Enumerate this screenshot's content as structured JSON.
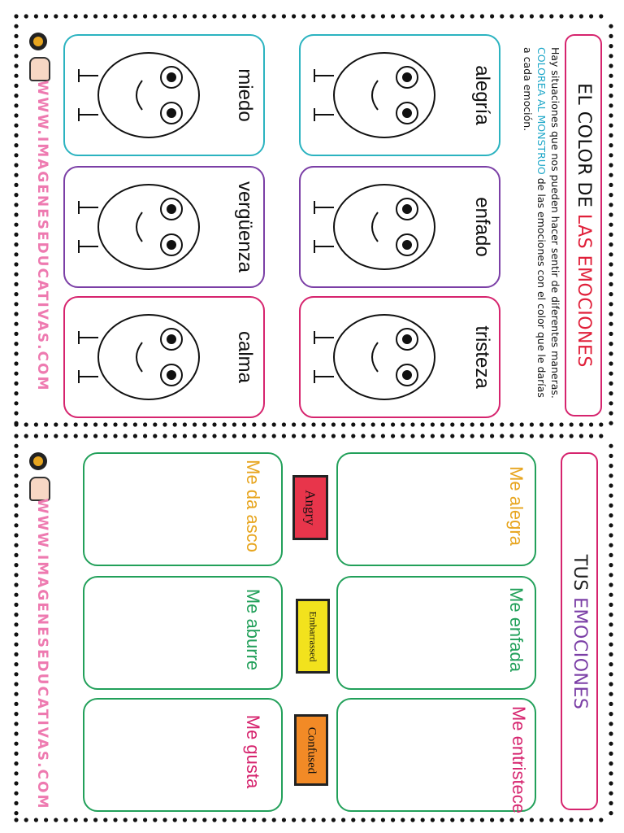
{
  "top_sheet": {
    "title_prefix": "EL COLOR DE ",
    "title_accent": "LAS EMOCIONES",
    "intro_part1": "Hay situaciones que nos pueden hacer sentir de diferentes maneras. ",
    "intro_accent": "COLOREA AL MONSTRUO",
    "intro_part2": " de las emociones con el color que le darías a cada emoción.",
    "cards": [
      {
        "label": "alegría",
        "color": "#2bb3c0"
      },
      {
        "label": "enfado",
        "color": "#7b3fa6"
      },
      {
        "label": "tristeza",
        "color": "#d6246e"
      },
      {
        "label": "miedo",
        "color": "#2bb3c0"
      },
      {
        "label": "vergüenza",
        "color": "#7b3fa6"
      },
      {
        "label": "calma",
        "color": "#d6246e"
      }
    ],
    "website": "WWW.IMAGENESEDUCATIVAS.COM"
  },
  "bottom_sheet": {
    "title_a": "TUS ",
    "title_b": "EMOCIONES",
    "prompts": [
      {
        "text": "Me alegra",
        "color": "#e7a51f"
      },
      {
        "text": "Me enfada",
        "color": "#22a05a"
      },
      {
        "text": "Me entristece",
        "color": "#d6246e"
      },
      {
        "text": "Me da asco",
        "color": "#e7a51f"
      },
      {
        "text": "Me aburre",
        "color": "#22a05a"
      },
      {
        "text": "Me gusta",
        "color": "#d6246e"
      }
    ],
    "stamps": [
      {
        "text": "Angry",
        "color": "#e8354b"
      },
      {
        "text": "Embarrassed",
        "color": "#f2e21d"
      },
      {
        "text": "Confused",
        "color": "#f28a26"
      }
    ],
    "website": "WWW.IMAGENESEDUCATIVAS.COM"
  },
  "colors": {
    "card_border_green": "#22a05a",
    "frame_pink": "#d6246e"
  }
}
